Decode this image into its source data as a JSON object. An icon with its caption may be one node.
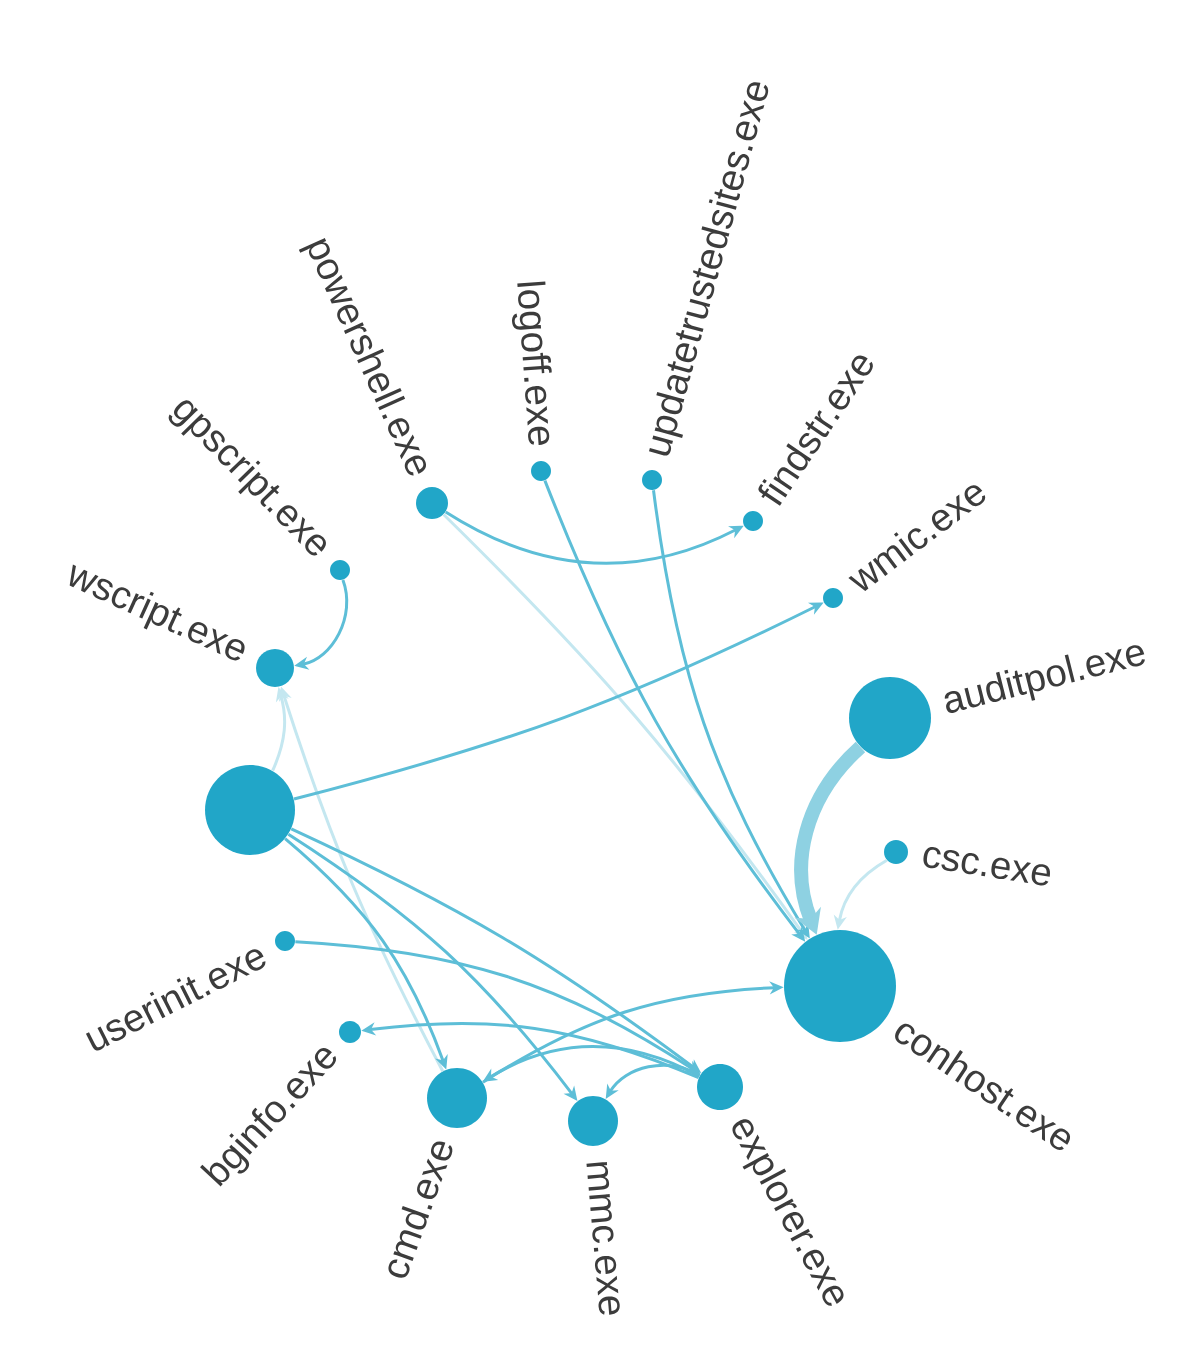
{
  "diagram": {
    "nodes": [
      {
        "text": [],
        "shape": "circle"
      },
      {
        "text": [
          "wscript.exe"
        ]
      },
      {
        "text": [
          "gpscript.exe"
        ]
      },
      {
        "text": [
          "powershell.exe"
        ]
      },
      {
        "text": [
          "logoff.exe"
        ]
      },
      {
        "text": [
          "updatetrustedsites.exe"
        ]
      },
      {
        "text": [
          "findstr.exe"
        ]
      },
      {
        "text": [
          "wmic.exe"
        ]
      },
      {
        "text": [
          "auditpol.exe"
        ]
      },
      {
        "text": [
          "csc.exe"
        ]
      },
      {
        "text": [
          "conhost.exe"
        ]
      },
      {
        "text": [
          "explorer.exe"
        ]
      },
      {
        "text": [
          "mmc.exe"
        ]
      },
      {
        "text": [
          "cmd.exe"
        ]
      },
      {
        "text": [
          "bginfo.exe"
        ]
      },
      {
        "text": [
          "userinit.exe"
        ]
      }
    ],
    "edges": [
      {
        "from": 2,
        "to": 1,
        "arrow": "to"
      },
      {
        "from": 0,
        "to": 1,
        "arrow": "to",
        "color": "#c4e7f0"
      },
      {
        "from": 13,
        "to": 1,
        "arrow": "to",
        "color": "#c4e7f0"
      },
      {
        "from": 3,
        "to": 6,
        "arrow": "to"
      },
      {
        "from": 3,
        "to": 10,
        "arrow": "to",
        "color": "#c4e7f0"
      },
      {
        "from": 4,
        "to": 10,
        "arrow": "to"
      },
      {
        "from": 5,
        "to": 10,
        "arrow": "to"
      },
      {
        "from": 0,
        "to": 7,
        "arrow": "to"
      },
      {
        "from": 8,
        "to": 10,
        "arrow": "to",
        "style": "thick",
        "color": "#8ed1e2"
      },
      {
        "from": 9,
        "to": 10,
        "arrow": "to",
        "color": "#c4e7f0"
      },
      {
        "from": 0,
        "to": 13,
        "arrow": "to"
      },
      {
        "from": 0,
        "to": 12,
        "arrow": "to"
      },
      {
        "from": 0,
        "to": 11,
        "arrow": "to"
      },
      {
        "from": 15,
        "to": 11,
        "arrow": "to"
      },
      {
        "from": 11,
        "to": 14,
        "arrow": "to"
      },
      {
        "from": 11,
        "to": 13,
        "arrow": "to"
      },
      {
        "from": 11,
        "to": 12,
        "arrow": "to"
      },
      {
        "from": 13,
        "to": 10,
        "arrow": "to"
      }
    ]
  }
}
